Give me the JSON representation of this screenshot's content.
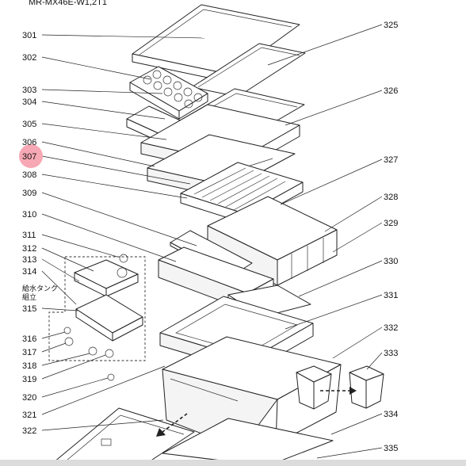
{
  "header": {
    "model": "MR-MX46E-W1,2T1"
  },
  "callout_labels": {
    "301": "301",
    "302": "302",
    "303": "303",
    "304": "304",
    "305": "305",
    "306": "306",
    "307": "307",
    "308": "308",
    "309": "309",
    "310": "310",
    "311": "311",
    "312": "312",
    "313": "313",
    "314": "314",
    "315": "315",
    "316": "316",
    "317": "317",
    "318": "318",
    "319": "319",
    "320": "320",
    "321": "321",
    "322": "322",
    "325": "325",
    "326": "326",
    "327": "327",
    "328": "328",
    "329": "329",
    "330": "330",
    "331": "331",
    "332": "332",
    "333": "333",
    "334": "334",
    "335": "335"
  },
  "group_label": {
    "line1": "給水タンク",
    "line2": "組立"
  },
  "highlight": {
    "label": "307",
    "color": "#f7a8b4"
  }
}
